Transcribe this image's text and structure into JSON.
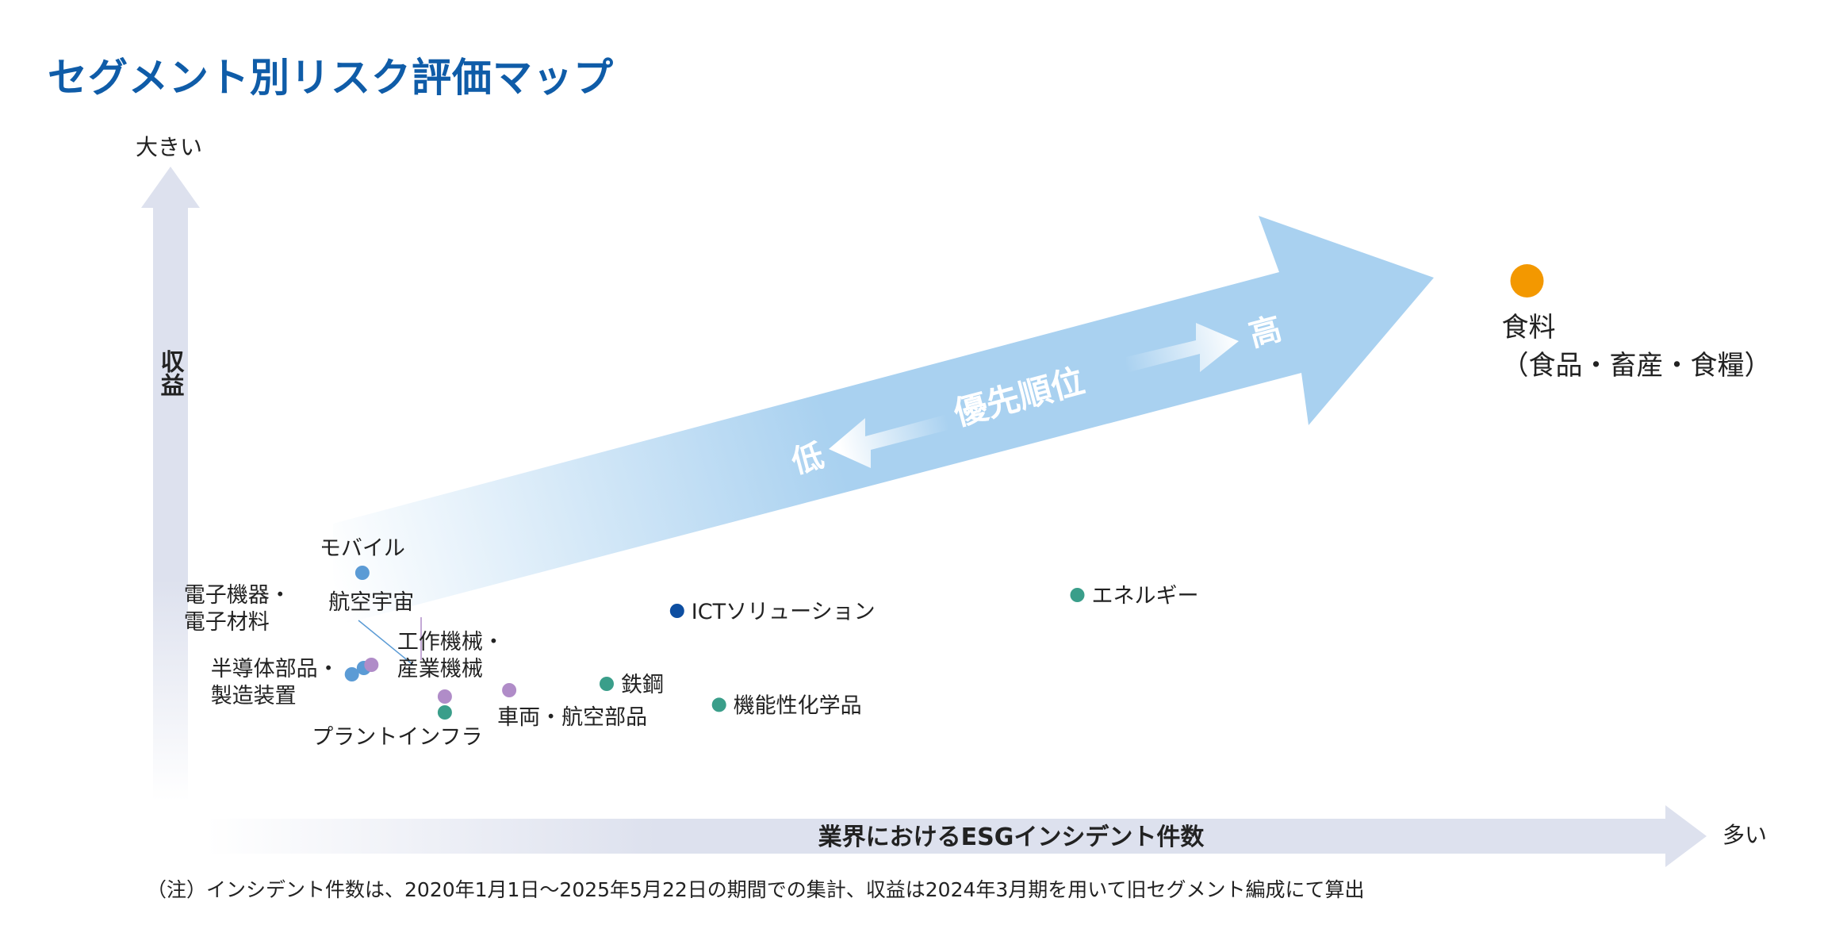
{
  "title": "セグメント別リスク評価マップ",
  "footnote": "（注）インシデント件数は、2020年1月1日～2025年5月22日の期間での集計、収益は2024年3月期を用いて旧セグメント編成にて算出",
  "chart_data": {
    "type": "scatter",
    "xlabel": "業界におけるESGインシデント件数",
    "ylabel": "収益",
    "x_high_label": "多い",
    "y_high_label": "大きい",
    "priority_arrow": {
      "label": "優先順位",
      "low_label": "低",
      "high_label": "高"
    },
    "points": [
      {
        "name": "食料（食品・畜産・食糧）",
        "lines": [
          "食料",
          "（食品・畜産・食糧）"
        ],
        "x": 0.905,
        "y": 0.82,
        "color": "#f39800",
        "size": "large"
      },
      {
        "name": "モバイル",
        "lines": [
          "モバイル"
        ],
        "x": 0.128,
        "y": 0.36,
        "color": "#5b9bd5",
        "size": "small"
      },
      {
        "name": "電子機器・電子材料",
        "lines": [
          "電子機器・",
          "電子材料"
        ],
        "x": 0.129,
        "y": 0.21,
        "color": "#5b9bd5",
        "size": "small"
      },
      {
        "name": "航空宇宙",
        "lines": [
          "航空宇宙"
        ],
        "x": 0.134,
        "y": 0.215,
        "color": "#b08cc8",
        "size": "small"
      },
      {
        "name": "半導体部品・製造装置",
        "lines": [
          "半導体部品・",
          "製造装置"
        ],
        "x": 0.121,
        "y": 0.2,
        "color": "#5b9bd5",
        "size": "small"
      },
      {
        "name": "工作機械・産業機械",
        "lines": [
          "工作機械・",
          "産業機械"
        ],
        "x": 0.183,
        "y": 0.165,
        "color": "#b08cc8",
        "size": "small"
      },
      {
        "name": "プラントインフラ",
        "lines": [
          "プラントインフラ"
        ],
        "x": 0.183,
        "y": 0.14,
        "color": "#3a9e8a",
        "size": "small"
      },
      {
        "name": "車両・航空部品",
        "lines": [
          "車両・航空部品"
        ],
        "x": 0.226,
        "y": 0.175,
        "color": "#b08cc8",
        "size": "small"
      },
      {
        "name": "鉄鋼",
        "lines": [
          "鉄鋼"
        ],
        "x": 0.291,
        "y": 0.185,
        "color": "#3a9e8a",
        "size": "small"
      },
      {
        "name": "機能性化学品",
        "lines": [
          "機能性化学品"
        ],
        "x": 0.366,
        "y": 0.152,
        "color": "#3a9e8a",
        "size": "small"
      },
      {
        "name": "ICTソリューション",
        "lines": [
          "ICTソリューション"
        ],
        "x": 0.338,
        "y": 0.3,
        "color": "#0d4ea1",
        "size": "small"
      },
      {
        "name": "エネルギー",
        "lines": [
          "エネルギー"
        ],
        "x": 0.605,
        "y": 0.325,
        "color": "#3a9e8a",
        "size": "small"
      }
    ],
    "legend": "none",
    "grid": false
  }
}
